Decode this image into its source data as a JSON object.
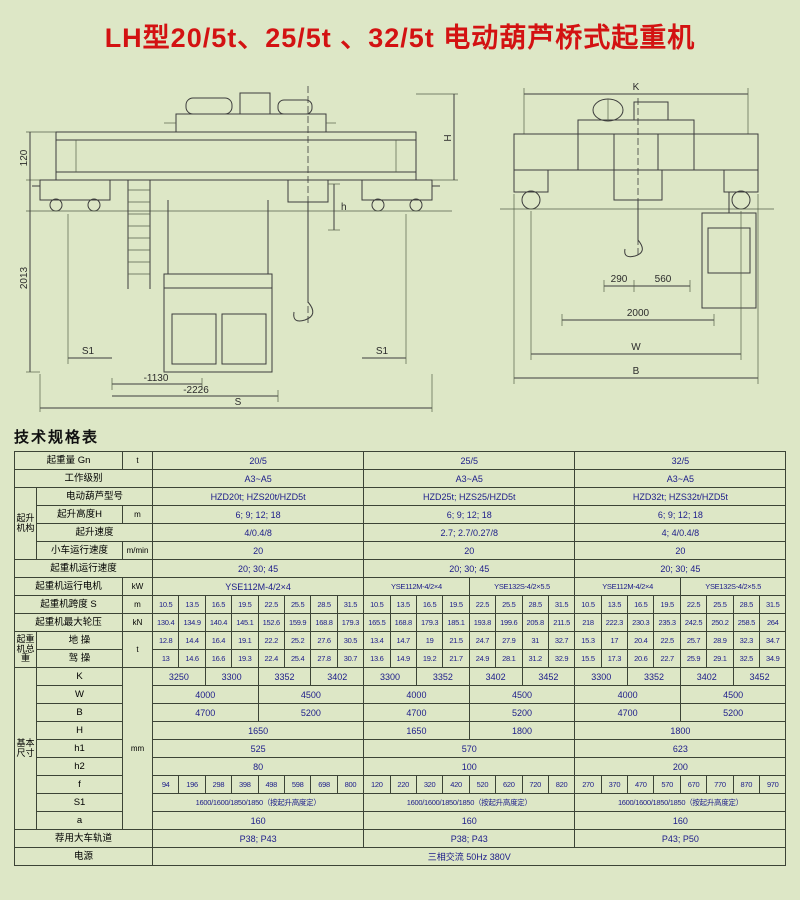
{
  "page": {
    "title": "LH型20/5t、25/5t 、32/5t 电动葫芦桥式起重机",
    "section_heading": "技术规格表"
  },
  "colors": {
    "background": "#dde7c6",
    "title_red": "#d31212",
    "table_ink": "#1c1c8a",
    "label_ink": "#000000",
    "line_ink": "#3c4436"
  },
  "drawing_left": {
    "dim_120": "120",
    "dim_2013": "2013",
    "dim_s1_left": "S1",
    "dim_s1_right": "S1",
    "dim_neg1130": "-1130",
    "dim_neg2226": "-2226",
    "dim_s": "S",
    "dim_h": "H",
    "dim_h_small": "h"
  },
  "drawing_right": {
    "dim_k": "K",
    "dim_290": "290",
    "dim_560": "560",
    "dim_2000": "2000",
    "dim_w": "W",
    "dim_b": "B"
  },
  "table": {
    "rows": [
      {
        "cells": [
          {
            "t": "起重量 Gn",
            "cs": 2,
            "c": "lbl"
          },
          {
            "t": "t",
            "c": "unit"
          },
          {
            "t": "20/5",
            "cs": 8
          },
          {
            "t": "25/5",
            "cs": 8
          },
          {
            "t": "32/5",
            "cs": 8
          }
        ]
      },
      {
        "cells": [
          {
            "t": "工作级别",
            "cs": 3,
            "c": "lbl"
          },
          {
            "t": "A3~A5",
            "cs": 8
          },
          {
            "t": "A3~A5",
            "cs": 8
          },
          {
            "t": "A3~A5",
            "cs": 8
          }
        ]
      },
      {
        "cells": [
          {
            "t": "起升机构",
            "rs": 4,
            "c": "grp"
          },
          {
            "t": "电动葫芦型号",
            "cs": 2,
            "c": "lbl"
          },
          {
            "t": "HZD20t; HZS20t/HZD5t",
            "cs": 8
          },
          {
            "t": "HZD25t; HZS25/HZD5t",
            "cs": 8
          },
          {
            "t": "HZD32t; HZS32t/HZD5t",
            "cs": 8
          }
        ]
      },
      {
        "cells": [
          {
            "t": "起升高度H",
            "c": "lbl"
          },
          {
            "t": "m",
            "c": "unit"
          },
          {
            "t": "6; 9; 12; 18",
            "cs": 8
          },
          {
            "t": "6; 9; 12; 18",
            "cs": 8
          },
          {
            "t": "6; 9; 12; 18",
            "cs": 8
          }
        ]
      },
      {
        "cells": [
          {
            "t": "起升速度",
            "cs": 2,
            "c": "lbl"
          },
          {
            "t": "4/0.4/8",
            "cs": 8
          },
          {
            "t": "2.7; 2.7/0.27/8",
            "cs": 8
          },
          {
            "t": "4; 4/0.4/8",
            "cs": 8
          }
        ]
      },
      {
        "cells": [
          {
            "t": "小车运行速度",
            "c": "lbl"
          },
          {
            "t": "m/min",
            "c": "unit"
          },
          {
            "t": "20",
            "cs": 8
          },
          {
            "t": "20",
            "cs": 8
          },
          {
            "t": "20",
            "cs": 8
          }
        ]
      },
      {
        "cells": [
          {
            "t": "起重机运行速度",
            "cs": 3,
            "c": "lbl"
          },
          {
            "t": "20; 30; 45",
            "cs": 8
          },
          {
            "t": "20; 30; 45",
            "cs": 8
          },
          {
            "t": "20; 30; 45",
            "cs": 8
          }
        ]
      },
      {
        "cells": [
          {
            "t": "起重机运行电机",
            "cs": 2,
            "c": "lbl"
          },
          {
            "t": "kW",
            "c": "unit"
          },
          {
            "t": "YSE112M-4/2×4",
            "cs": 8
          },
          {
            "t": "YSE112M-4/2×4",
            "cs": 4,
            "c": "data sm"
          },
          {
            "t": "YSE132S-4/2×5.5",
            "cs": 4,
            "c": "data sm"
          },
          {
            "t": "YSE112M-4/2×4",
            "cs": 4,
            "c": "data sm"
          },
          {
            "t": "YSE132S-4/2×5.5",
            "cs": 4,
            "c": "data sm"
          }
        ]
      },
      {
        "sm": true,
        "cells": [
          {
            "t": "起重机跨度 S",
            "cs": 2,
            "c": "lbl"
          },
          {
            "t": "m",
            "c": "unit"
          },
          {
            "t": "10.5"
          },
          {
            "t": "13.5"
          },
          {
            "t": "16.5"
          },
          {
            "t": "19.5"
          },
          {
            "t": "22.5"
          },
          {
            "t": "25.5"
          },
          {
            "t": "28.5"
          },
          {
            "t": "31.5"
          },
          {
            "t": "10.5"
          },
          {
            "t": "13.5"
          },
          {
            "t": "16.5"
          },
          {
            "t": "19.5"
          },
          {
            "t": "22.5"
          },
          {
            "t": "25.5"
          },
          {
            "t": "28.5"
          },
          {
            "t": "31.5"
          },
          {
            "t": "10.5"
          },
          {
            "t": "13.5"
          },
          {
            "t": "16.5"
          },
          {
            "t": "19.5"
          },
          {
            "t": "22.5"
          },
          {
            "t": "25.5"
          },
          {
            "t": "28.5"
          },
          {
            "t": "31.5"
          }
        ]
      },
      {
        "sm": true,
        "cells": [
          {
            "t": "起重机最大轮压",
            "cs": 2,
            "c": "lbl"
          },
          {
            "t": "kN",
            "c": "unit"
          },
          {
            "t": "130.4"
          },
          {
            "t": "134.9"
          },
          {
            "t": "140.4"
          },
          {
            "t": "145.1"
          },
          {
            "t": "152.6"
          },
          {
            "t": "159.9"
          },
          {
            "t": "168.8"
          },
          {
            "t": "179.3"
          },
          {
            "t": "165.5"
          },
          {
            "t": "168.8"
          },
          {
            "t": "179.3"
          },
          {
            "t": "185.1"
          },
          {
            "t": "193.8"
          },
          {
            "t": "199.6"
          },
          {
            "t": "205.8"
          },
          {
            "t": "211.5"
          },
          {
            "t": "218"
          },
          {
            "t": "222.3"
          },
          {
            "t": "230.3"
          },
          {
            "t": "235.3"
          },
          {
            "t": "242.5"
          },
          {
            "t": "250.2"
          },
          {
            "t": "258.5"
          },
          {
            "t": "264"
          }
        ]
      },
      {
        "sm": true,
        "cells": [
          {
            "t": "起重机总重",
            "rs": 2,
            "c": "grp"
          },
          {
            "t": "地 操",
            "c": "lbl"
          },
          {
            "t": "t",
            "rs": 2,
            "c": "unit"
          },
          {
            "t": "12.8"
          },
          {
            "t": "14.4"
          },
          {
            "t": "16.4"
          },
          {
            "t": "19.1"
          },
          {
            "t": "22.2"
          },
          {
            "t": "25.2"
          },
          {
            "t": "27.6"
          },
          {
            "t": "30.5"
          },
          {
            "t": "13.4"
          },
          {
            "t": "14.7"
          },
          {
            "t": "19"
          },
          {
            "t": "21.5"
          },
          {
            "t": "24.7"
          },
          {
            "t": "27.9"
          },
          {
            "t": "31"
          },
          {
            "t": "32.7"
          },
          {
            "t": "15.3"
          },
          {
            "t": "17"
          },
          {
            "t": "20.4"
          },
          {
            "t": "22.5"
          },
          {
            "t": "25.7"
          },
          {
            "t": "28.9"
          },
          {
            "t": "32.3"
          },
          {
            "t": "34.7"
          }
        ]
      },
      {
        "sm": true,
        "cells": [
          {
            "t": "驾 操",
            "c": "lbl"
          },
          {
            "t": "13"
          },
          {
            "t": "14.6"
          },
          {
            "t": "16.6"
          },
          {
            "t": "19.3"
          },
          {
            "t": "22.4"
          },
          {
            "t": "25.4"
          },
          {
            "t": "27.8"
          },
          {
            "t": "30.7"
          },
          {
            "t": "13.6"
          },
          {
            "t": "14.9"
          },
          {
            "t": "19.2"
          },
          {
            "t": "21.7"
          },
          {
            "t": "24.9"
          },
          {
            "t": "28.1"
          },
          {
            "t": "31.2"
          },
          {
            "t": "32.9"
          },
          {
            "t": "15.5"
          },
          {
            "t": "17.3"
          },
          {
            "t": "20.6"
          },
          {
            "t": "22.7"
          },
          {
            "t": "25.9"
          },
          {
            "t": "29.1"
          },
          {
            "t": "32.5"
          },
          {
            "t": "34.9"
          }
        ]
      },
      {
        "cells": [
          {
            "t": "基本尺寸",
            "rs": 9,
            "c": "grp"
          },
          {
            "t": "K",
            "c": "lbl"
          },
          {
            "t": "mm",
            "rs": 9,
            "c": "unit"
          },
          {
            "t": "3250",
            "cs": 2
          },
          {
            "t": "3300",
            "cs": 2
          },
          {
            "t": "3352",
            "cs": 2
          },
          {
            "t": "3402",
            "cs": 2
          },
          {
            "t": "3300",
            "cs": 2
          },
          {
            "t": "3352",
            "cs": 2
          },
          {
            "t": "3402",
            "cs": 2
          },
          {
            "t": "3452",
            "cs": 2
          },
          {
            "t": "3300",
            "cs": 2
          },
          {
            "t": "3352",
            "cs": 2
          },
          {
            "t": "3402",
            "cs": 2
          },
          {
            "t": "3452",
            "cs": 2
          }
        ]
      },
      {
        "cells": [
          {
            "t": "W",
            "c": "lbl"
          },
          {
            "t": "4000",
            "cs": 4
          },
          {
            "t": "4500",
            "cs": 4
          },
          {
            "t": "4000",
            "cs": 4
          },
          {
            "t": "4500",
            "cs": 4
          },
          {
            "t": "4000",
            "cs": 4
          },
          {
            "t": "4500",
            "cs": 4
          }
        ]
      },
      {
        "cells": [
          {
            "t": "B",
            "c": "lbl"
          },
          {
            "t": "4700",
            "cs": 4
          },
          {
            "t": "5200",
            "cs": 4
          },
          {
            "t": "4700",
            "cs": 4
          },
          {
            "t": "5200",
            "cs": 4
          },
          {
            "t": "4700",
            "cs": 4
          },
          {
            "t": "5200",
            "cs": 4
          }
        ]
      },
      {
        "cells": [
          {
            "t": "H",
            "c": "lbl"
          },
          {
            "t": "1650",
            "cs": 8
          },
          {
            "t": "1650",
            "cs": 4
          },
          {
            "t": "1800",
            "cs": 4
          },
          {
            "t": "1800",
            "cs": 8
          }
        ]
      },
      {
        "cells": [
          {
            "t": "h1",
            "c": "lbl"
          },
          {
            "t": "525",
            "cs": 8
          },
          {
            "t": "570",
            "cs": 8
          },
          {
            "t": "623",
            "cs": 8
          }
        ]
      },
      {
        "cells": [
          {
            "t": "h2",
            "c": "lbl"
          },
          {
            "t": "80",
            "cs": 8
          },
          {
            "t": "100",
            "cs": 8
          },
          {
            "t": "200",
            "cs": 8
          }
        ]
      },
      {
        "sm": true,
        "cells": [
          {
            "t": "f",
            "c": "lbl"
          },
          {
            "t": "94"
          },
          {
            "t": "196"
          },
          {
            "t": "298"
          },
          {
            "t": "398"
          },
          {
            "t": "498"
          },
          {
            "t": "598"
          },
          {
            "t": "698"
          },
          {
            "t": "800"
          },
          {
            "t": "120"
          },
          {
            "t": "220"
          },
          {
            "t": "320"
          },
          {
            "t": "420"
          },
          {
            "t": "520"
          },
          {
            "t": "620"
          },
          {
            "t": "720"
          },
          {
            "t": "820"
          },
          {
            "t": "270"
          },
          {
            "t": "370"
          },
          {
            "t": "470"
          },
          {
            "t": "570"
          },
          {
            "t": "670"
          },
          {
            "t": "770"
          },
          {
            "t": "870"
          },
          {
            "t": "970"
          }
        ]
      },
      {
        "cells": [
          {
            "t": "S1",
            "c": "lbl"
          },
          {
            "t": "1600/1600/1850/1850（按起升高度定）",
            "cs": 8,
            "c": "data sm"
          },
          {
            "t": "1600/1600/1850/1850（按起升高度定）",
            "cs": 8,
            "c": "data sm"
          },
          {
            "t": "1600/1600/1850/1850（按起升高度定）",
            "cs": 8,
            "c": "data sm"
          }
        ]
      },
      {
        "cells": [
          {
            "t": "a",
            "c": "lbl"
          },
          {
            "t": "160",
            "cs": 8
          },
          {
            "t": "160",
            "cs": 8
          },
          {
            "t": "160",
            "cs": 8
          }
        ]
      },
      {
        "cells": [
          {
            "t": "荐用大车轨道",
            "cs": 3,
            "c": "lbl"
          },
          {
            "t": "P38;  P43",
            "cs": 8
          },
          {
            "t": "P38;  P43",
            "cs": 8
          },
          {
            "t": "P43;  P50",
            "cs": 8
          }
        ]
      },
      {
        "cells": [
          {
            "t": "电源",
            "cs": 3,
            "c": "lbl"
          },
          {
            "t": "三相交流   50Hz   380V",
            "cs": 24
          }
        ]
      }
    ]
  }
}
